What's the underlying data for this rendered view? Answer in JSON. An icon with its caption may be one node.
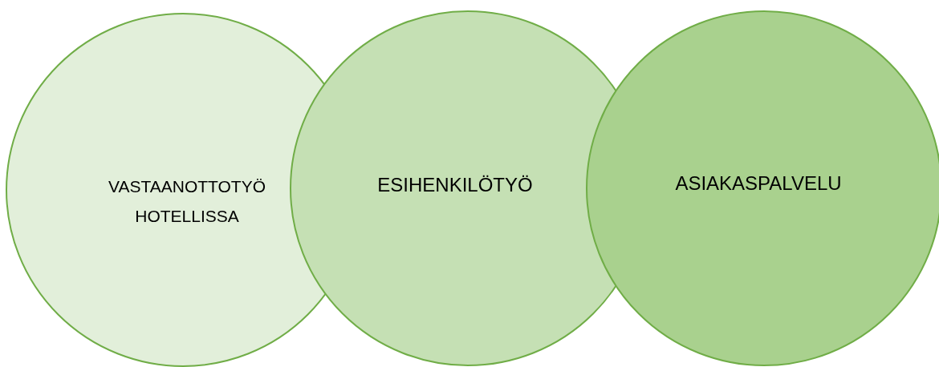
{
  "diagram": {
    "nodes": [
      {
        "text": [
          "VASTAANOTTOTYÖ HOTELLISSA"
        ]
      },
      {
        "text": [
          "ESIHENKILÖTYÖ"
        ]
      },
      {
        "text": [
          "ASIAKASPALVELU"
        ]
      }
    ],
    "edges": []
  }
}
